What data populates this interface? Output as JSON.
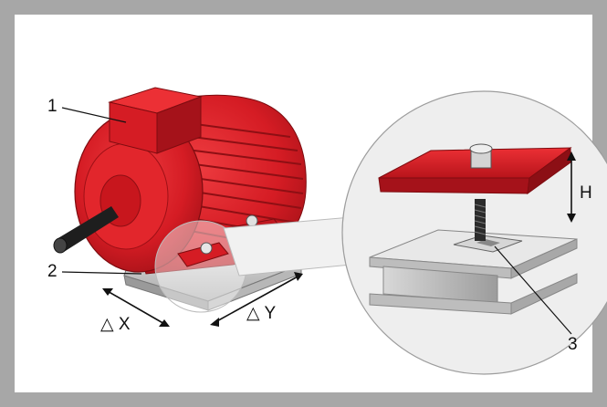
{
  "figure": {
    "callouts": {
      "motor": "1",
      "base_frame": "2",
      "shim": "3"
    },
    "dimensions": {
      "horizontal_x": "△ X",
      "horizontal_y": "△ Y",
      "height": "H"
    }
  },
  "colors": {
    "border": "#a7a7a7",
    "motor_red": "#d51c24",
    "steel_grey": "#c9c9c9",
    "background": "#ffffff"
  }
}
